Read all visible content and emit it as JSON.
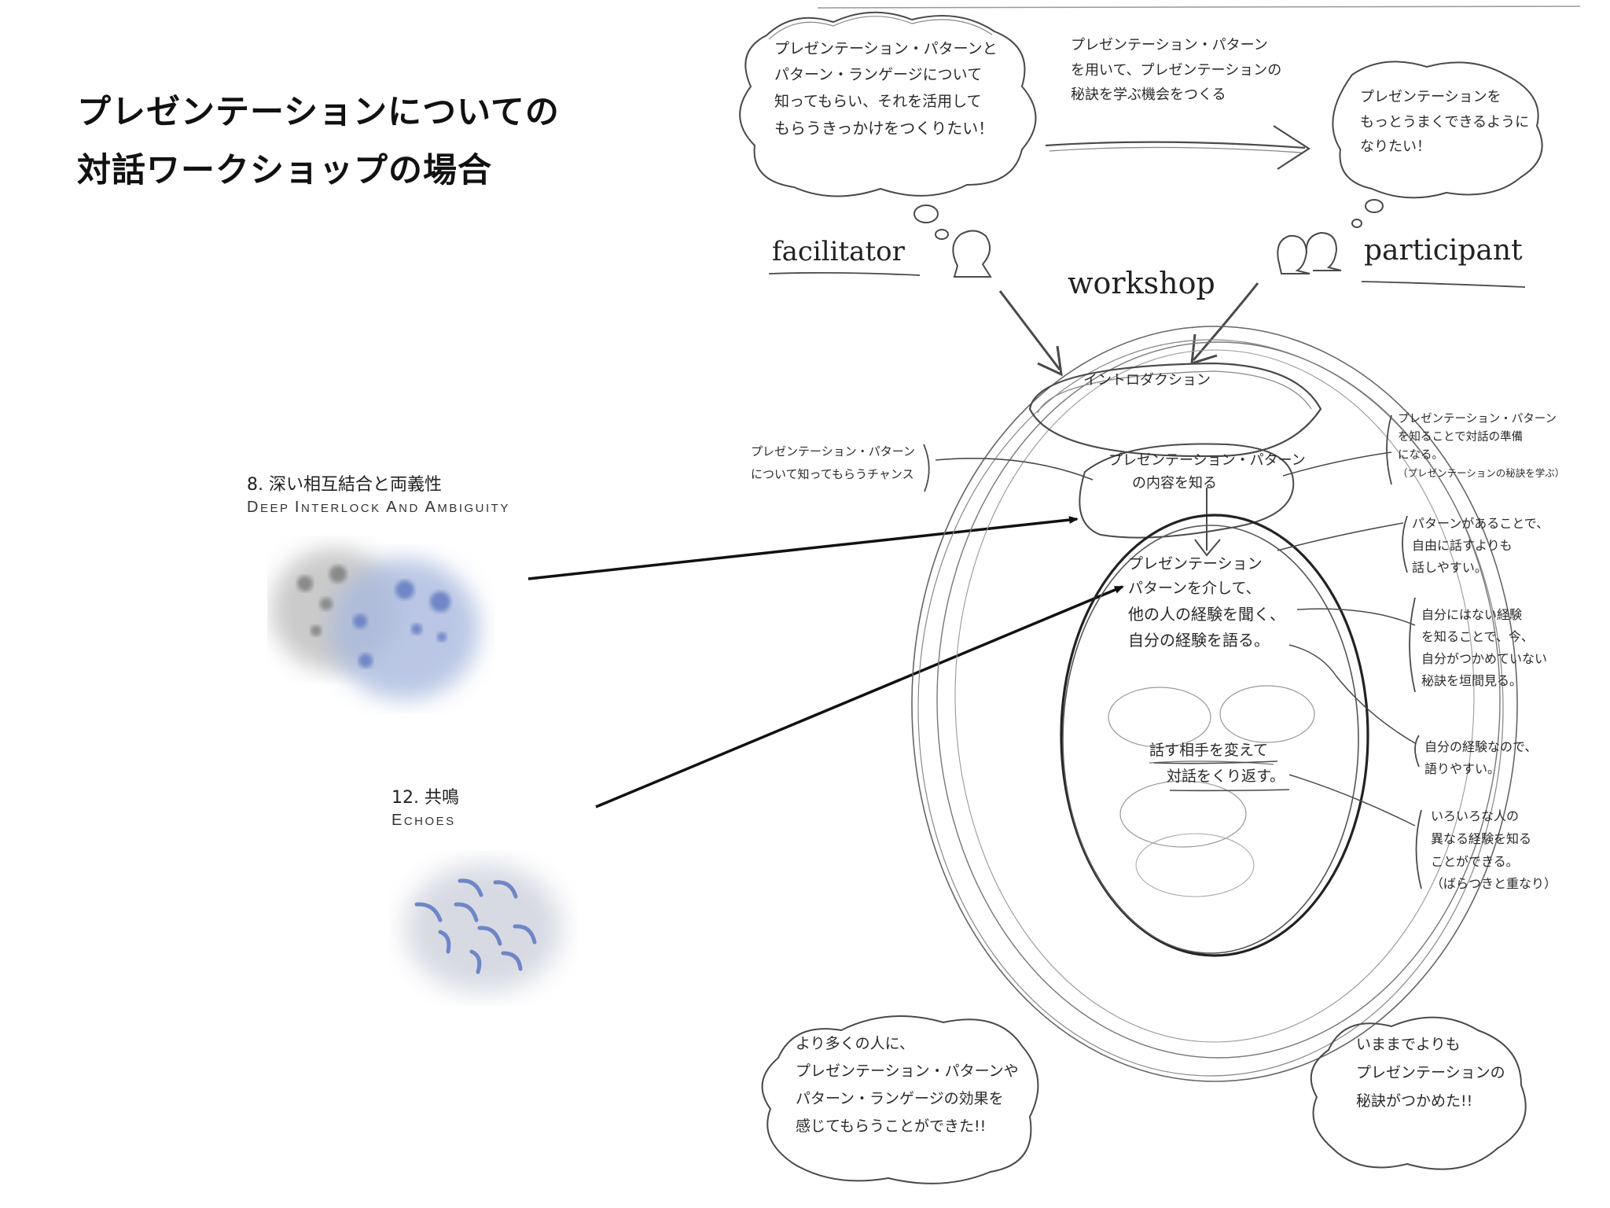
{
  "title": {
    "line1": "プレゼンテーションについての",
    "line2": "対話ワークショップの場合"
  },
  "patterns": [
    {
      "jp": "8. 深い相互結合と両義性",
      "en_caps": [
        "D",
        "I",
        "A",
        "A"
      ],
      "en_rest": [
        "EEP ",
        "NTERLOCK ",
        "ND ",
        "MBIGUITY"
      ]
    },
    {
      "jp": "12. 共鳴",
      "en_caps": [
        "E"
      ],
      "en_rest": [
        "CHOES"
      ]
    }
  ],
  "sketch": {
    "facilitator_bubble": [
      "プレゼンテーション・パターンと",
      "パターン・ランゲージについて",
      "知ってもらい、それを活用して",
      "もらうきっかけをつくりたい！"
    ],
    "top_arrow_label": [
      "プレゼンテーション・パターン",
      "を用いて、プレゼンテーションの",
      "秘訣を学ぶ機会をつくる"
    ],
    "participant_bubble": [
      "プレゼンテーションを",
      "もっとうまくできるように",
      "なりたい！"
    ],
    "facilitator_label": "facilitator",
    "participant_label": "participant",
    "workshop_label": "workshop",
    "intro": "イントロダクション",
    "know_patterns": [
      "プレゼンテーション・パターン",
      "の内容を知る"
    ],
    "hear_experience": [
      "プレゼンテーション",
      "パターンを介して、",
      "他の人の経験を聞く、",
      "自分の経験を語る。"
    ],
    "repeat_dialogue": [
      "話す相手を変えて",
      "対話をくり返す。"
    ],
    "left_note": [
      "プレゼンテーション・パターン",
      "について知ってもらうチャンス"
    ],
    "right_notes": [
      [
        "プレゼンテーション・パターン",
        "を知ることで対話の準備",
        "になる。",
        "（プレゼンテーションの秘訣を学ぶ）"
      ],
      [
        "パターンがあることで、",
        "自由に話すよりも",
        "話しやすい。"
      ],
      [
        "自分にはない経験",
        "を知ることで、今、",
        "自分がつかめていない",
        "秘訣を垣間見る。"
      ],
      [
        "自分の経験なので、",
        "語りやすい。"
      ],
      [
        "いろいろな人の",
        "異なる経験を知る",
        "ことができる。",
        "（ばらつきと重なり）"
      ]
    ],
    "bottom_left_bubble": [
      "より多くの人に、",
      "プレゼンテーション・パターンや",
      "パターン・ランゲージの効果を",
      "感じてもらうことができた!!"
    ],
    "bottom_right_bubble": [
      "いままでよりも",
      "プレゼンテーションの",
      "秘訣がつかめた!!"
    ]
  },
  "colors": {
    "pencil": "#3a3a3a",
    "arrow": "#111111",
    "blue": "#6f86c6",
    "gray": "#8a8a8a"
  }
}
